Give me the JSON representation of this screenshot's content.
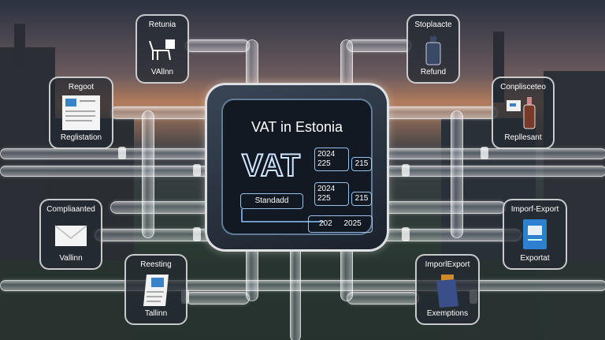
{
  "hub": {
    "title": "VAT in Estonia",
    "logo": "VAT",
    "rate_box_1": {
      "line1": "2024",
      "line2": "225",
      "side": "215"
    },
    "rate_box_2": {
      "line1": "2024",
      "line2": "225",
      "side": "215"
    },
    "standard_label": "Standadd",
    "bottom_box": {
      "left": "202",
      "right": "2025"
    }
  },
  "cards": {
    "returns": {
      "title": "Retunia",
      "caption": "VAllnn",
      "icon": "chair-icon"
    },
    "refund": {
      "title": "Stoplaacte",
      "caption": "Refund",
      "icon": "bottle-icon"
    },
    "report": {
      "title": "Regoot",
      "caption": "Reglistation",
      "icon": "document-icon"
    },
    "compliance_right": {
      "title": "Conplisceteo",
      "caption": "Repllesant",
      "icon": "bottle-icon"
    },
    "compliance_left": {
      "title": "Compliaanted",
      "caption": "Vallinn",
      "icon": "envelope-icon"
    },
    "export_right": {
      "title": "Imporf-Export",
      "caption": "Exportat",
      "icon": "book-icon"
    },
    "receipt": {
      "title": "Reesting",
      "caption": "Tallinn",
      "icon": "receipt-icon"
    },
    "export_bottom": {
      "title": "ImporlExport",
      "caption": "Exemptions",
      "icon": "wallet-icon"
    }
  },
  "colors": {
    "accent": "#8fc3ff",
    "panel": "#121922"
  }
}
